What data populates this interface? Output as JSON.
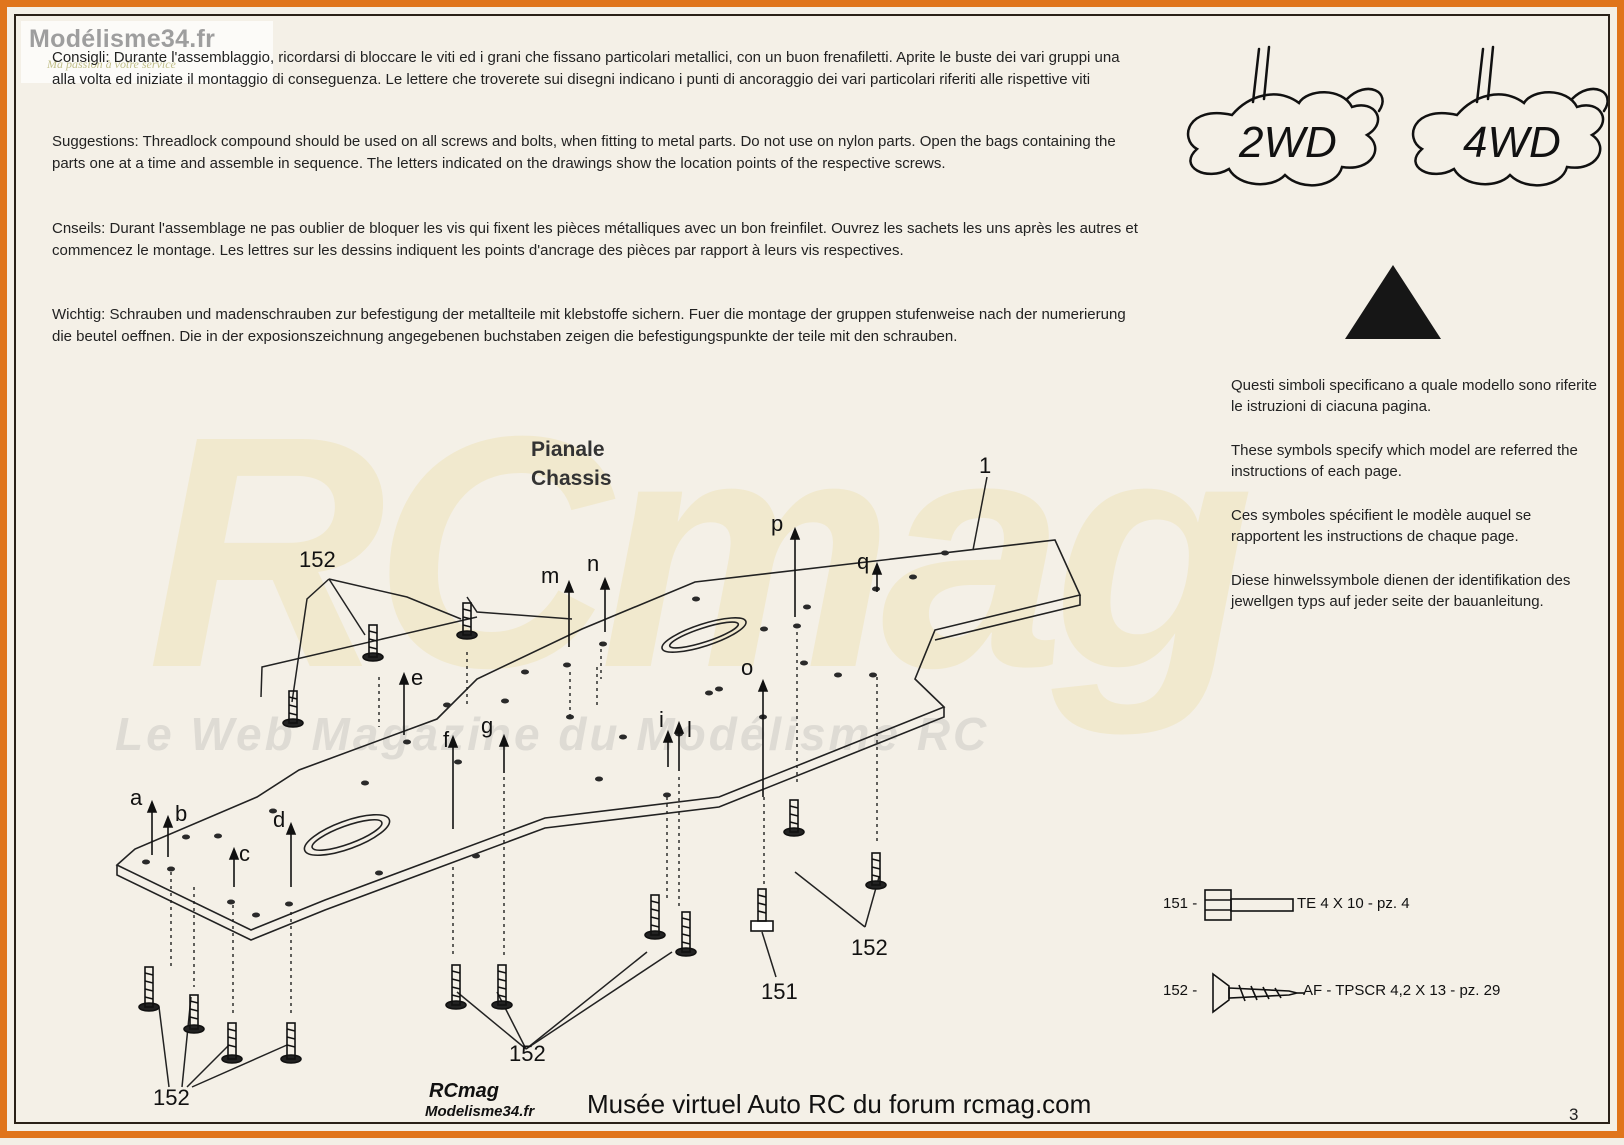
{
  "watermark": {
    "site_logo": "Modélisme34.fr",
    "site_slogan": "Ma passion à votre service",
    "big_logo": "RCmag",
    "tagline": "Le Web Magazine du Modélisme RC",
    "footer_logo_top": "RCmag",
    "footer_logo_bottom": "Modelisme34.fr",
    "footer_banner": "Musée virtuel Auto RC du forum rcmag.com"
  },
  "instructions": [
    "Consigli: Durante l'assemblaggio, ricordarsi di bloccare le viti ed i grani che fissano particolari metallici, con un buon frenafiletti. Aprite le buste dei vari gruppi una alla volta ed iniziate il montaggio di conseguenza. Le lettere che troverete sui disegni indicano i punti di ancoraggio dei vari particolari riferiti alle rispettive viti",
    "Suggestions: Threadlock compound should be used on all screws and bolts, when fitting to metal parts. Do not use on nylon parts. Open the bags containing the parts one at a time and assemble in sequence. The letters indicated on the drawings show the location points of the respective screws.",
    "Cnseils: Durant l'assemblage ne pas oublier de bloquer les vis qui fixent les pièces métalliques avec un bon freinfilet. Ouvrez les sachets les uns après les autres et commencez le montage. Les lettres sur les dessins indiquent les points d'ancrage des pièces par rapport à leurs vis respectives.",
    "Wichtig: Schrauben und madenschrauben zur befestigung der metallteile mit klebstoffe sichern. Fuer die montage der gruppen stufenweise nach der numerierung die beutel oeffnen. Die in der expos­ionszeichnung angegebenen buchstaben zeigen die befestigungspunkte der teile mit den schrauben."
  ],
  "models": {
    "two_wd": "2WD",
    "four_wd": "4WD"
  },
  "symbol_notes": [
    "Questi simboli specificano a quale modello sono riferite le istruzioni di ciacuna pagina.",
    "These symbols specify which model are referred the instructions of each page.",
    "Ces symboles spécifient le modèle auquel se rapportent les instructions de chaque page.",
    "Diese hinwelssymbole dienen der identifikation des jewellgen typs auf jeder seite der bauanleitung."
  ],
  "diagram": {
    "title_it": "Pianale",
    "title_en": "Chassis",
    "part_number": "1",
    "screw_callout": "152",
    "bolt_callout": "151",
    "point_letters": [
      "a",
      "b",
      "c",
      "d",
      "e",
      "f",
      "g",
      "i",
      "l",
      "m",
      "n",
      "o",
      "p",
      "q"
    ]
  },
  "hardware": [
    {
      "code": "151 -",
      "spec": "TE 4 X 10 - pz. 4"
    },
    {
      "code": "152 -",
      "spec": "AF - TPSCR  4,2 X 13 - pz. 29"
    }
  ],
  "page_number": "3",
  "colors": {
    "frame": "#e0751c",
    "paper": "#f4f0e7",
    "ink": "#1e1e1e",
    "watermark_yellow": "#e8d278"
  }
}
